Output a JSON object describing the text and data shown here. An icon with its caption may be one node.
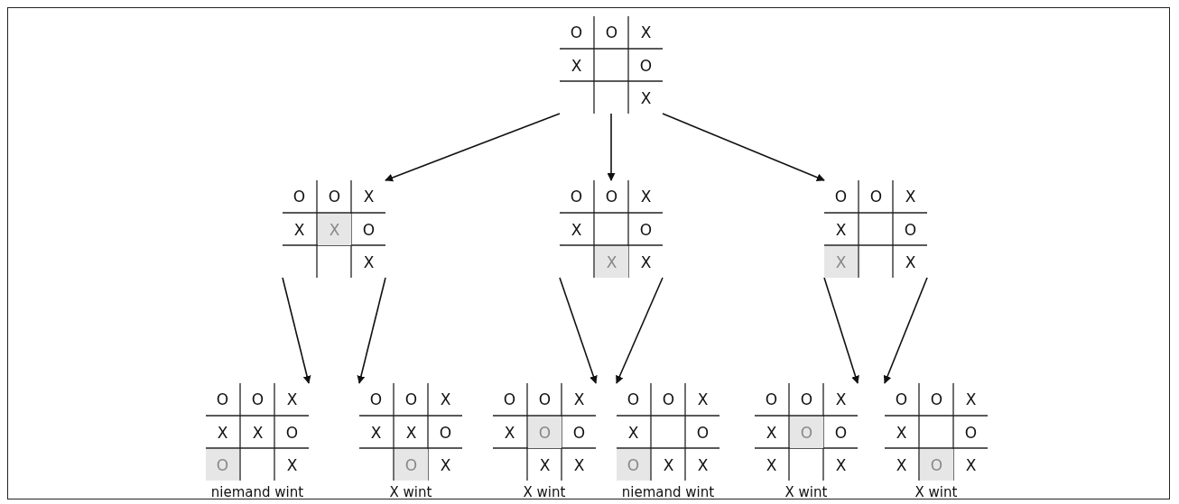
{
  "diagram": {
    "nodes": [
      {
        "text": [],
        "shape": "grid"
      },
      {
        "text": [
          "O"
        ],
        "in": 0
      },
      {
        "text": [
          "O"
        ],
        "in": 0
      },
      {
        "text": [
          "X"
        ],
        "in": 0
      },
      {
        "text": [
          "X"
        ],
        "in": 0
      },
      {
        "text": [
          "O"
        ],
        "in": 0
      },
      {
        "text": [
          "X"
        ],
        "in": 0
      },
      {
        "text": [],
        "shape": "grid"
      },
      {
        "text": [
          "O"
        ],
        "in": 7
      },
      {
        "text": [
          "O"
        ],
        "in": 7
      },
      {
        "text": [
          "X"
        ],
        "in": 7
      },
      {
        "text": [
          "X"
        ],
        "in": 7
      },
      {
        "text": [
          "X"
        ],
        "in": 7
      },
      {
        "text": [
          "O"
        ],
        "in": 7
      },
      {
        "text": [
          "X"
        ],
        "in": 7
      },
      {
        "text": [],
        "shape": "grid"
      },
      {
        "text": [
          "O"
        ],
        "in": 15
      },
      {
        "text": [
          "O"
        ],
        "in": 15
      },
      {
        "text": [
          "X"
        ],
        "in": 15
      },
      {
        "text": [
          "X"
        ],
        "in": 15
      },
      {
        "text": [
          "O"
        ],
        "in": 15
      },
      {
        "text": [
          "X"
        ],
        "in": 15
      },
      {
        "text": [
          "X"
        ],
        "in": 15
      },
      {
        "text": [],
        "shape": "grid"
      },
      {
        "text": [
          "O"
        ],
        "in": 23
      },
      {
        "text": [
          "O"
        ],
        "in": 23
      },
      {
        "text": [
          "X"
        ],
        "in": 23
      },
      {
        "text": [
          "X"
        ],
        "in": 23
      },
      {
        "text": [
          "O"
        ],
        "in": 23
      },
      {
        "text": [
          "X"
        ],
        "in": 23
      },
      {
        "text": [
          "X"
        ],
        "in": 23
      },
      {
        "text": [],
        "shape": "grid",
        "beside": [
          "niemand wint"
        ]
      },
      {
        "text": [
          "O"
        ],
        "in": 31
      },
      {
        "text": [
          "O"
        ],
        "in": 31
      },
      {
        "text": [
          "X"
        ],
        "in": 31
      },
      {
        "text": [
          "X"
        ],
        "in": 31
      },
      {
        "text": [
          "X"
        ],
        "in": 31
      },
      {
        "text": [
          "O"
        ],
        "in": 31
      },
      {
        "text": [
          "O"
        ],
        "in": 31
      },
      {
        "text": [
          "X"
        ],
        "in": 31
      },
      {
        "text": [],
        "shape": "grid",
        "beside": [
          "X wint"
        ]
      },
      {
        "text": [
          "O"
        ],
        "in": 40
      },
      {
        "text": [
          "O"
        ],
        "in": 40
      },
      {
        "text": [
          "X"
        ],
        "in": 40
      },
      {
        "text": [
          "X"
        ],
        "in": 40
      },
      {
        "text": [
          "X"
        ],
        "in": 40
      },
      {
        "text": [
          "O"
        ],
        "in": 40
      },
      {
        "text": [
          "O"
        ],
        "in": 40
      },
      {
        "text": [
          "X"
        ],
        "in": 40
      },
      {
        "text": [],
        "shape": "grid",
        "beside": [
          "X wint"
        ]
      },
      {
        "text": [
          "O"
        ],
        "in": 49
      },
      {
        "text": [
          "O"
        ],
        "in": 49
      },
      {
        "text": [
          "X"
        ],
        "in": 49
      },
      {
        "text": [
          "X"
        ],
        "in": 49
      },
      {
        "text": [
          "O"
        ],
        "in": 49
      },
      {
        "text": [
          "O"
        ],
        "in": 49
      },
      {
        "text": [
          "X"
        ],
        "in": 49
      },
      {
        "text": [
          "X"
        ],
        "in": 49
      },
      {
        "text": [],
        "shape": "grid",
        "beside": [
          "niemand wint"
        ]
      },
      {
        "text": [
          "O"
        ],
        "in": 58
      },
      {
        "text": [
          "O"
        ],
        "in": 58
      },
      {
        "text": [
          "X"
        ],
        "in": 58
      },
      {
        "text": [
          "X"
        ],
        "in": 58
      },
      {
        "text": [
          "O"
        ],
        "in": 58
      },
      {
        "text": [
          "O"
        ],
        "in": 58
      },
      {
        "text": [
          "X"
        ],
        "in": 58
      },
      {
        "text": [
          "X"
        ],
        "in": 58
      },
      {
        "text": [],
        "shape": "grid",
        "beside": [
          "X wint"
        ]
      },
      {
        "text": [
          "O"
        ],
        "in": 67
      },
      {
        "text": [
          "O"
        ],
        "in": 67
      },
      {
        "text": [
          "X"
        ],
        "in": 67
      },
      {
        "text": [
          "X"
        ],
        "in": 67
      },
      {
        "text": [
          "O"
        ],
        "in": 67
      },
      {
        "text": [
          "O"
        ],
        "in": 67
      },
      {
        "text": [
          "X"
        ],
        "in": 67
      },
      {
        "text": [
          "X"
        ],
        "in": 67
      },
      {
        "text": [],
        "shape": "grid",
        "beside": [
          "X wint"
        ]
      },
      {
        "text": [
          "O"
        ],
        "in": 76
      },
      {
        "text": [
          "O"
        ],
        "in": 76
      },
      {
        "text": [
          "X"
        ],
        "in": 76
      },
      {
        "text": [
          "X"
        ],
        "in": 76
      },
      {
        "text": [
          "O"
        ],
        "in": 76
      },
      {
        "text": [
          "X"
        ],
        "in": 76
      },
      {
        "text": [
          "O"
        ],
        "in": 76
      },
      {
        "text": [
          "X"
        ],
        "in": 76
      }
    ],
    "edges": [
      {
        "from": 0,
        "to": 7,
        "arrow": "to"
      },
      {
        "from": 0,
        "to": 15,
        "arrow": "to"
      },
      {
        "from": 0,
        "to": 23,
        "arrow": "to"
      },
      {
        "from": 7,
        "to": 31,
        "arrow": "to"
      },
      {
        "from": 7,
        "to": 40,
        "arrow": "to"
      },
      {
        "from": 15,
        "to": 49,
        "arrow": "to"
      },
      {
        "from": 15,
        "to": 58,
        "arrow": "to"
      },
      {
        "from": 23,
        "to": 67,
        "arrow": "to"
      },
      {
        "from": 23,
        "to": 76,
        "arrow": "to"
      }
    ]
  }
}
